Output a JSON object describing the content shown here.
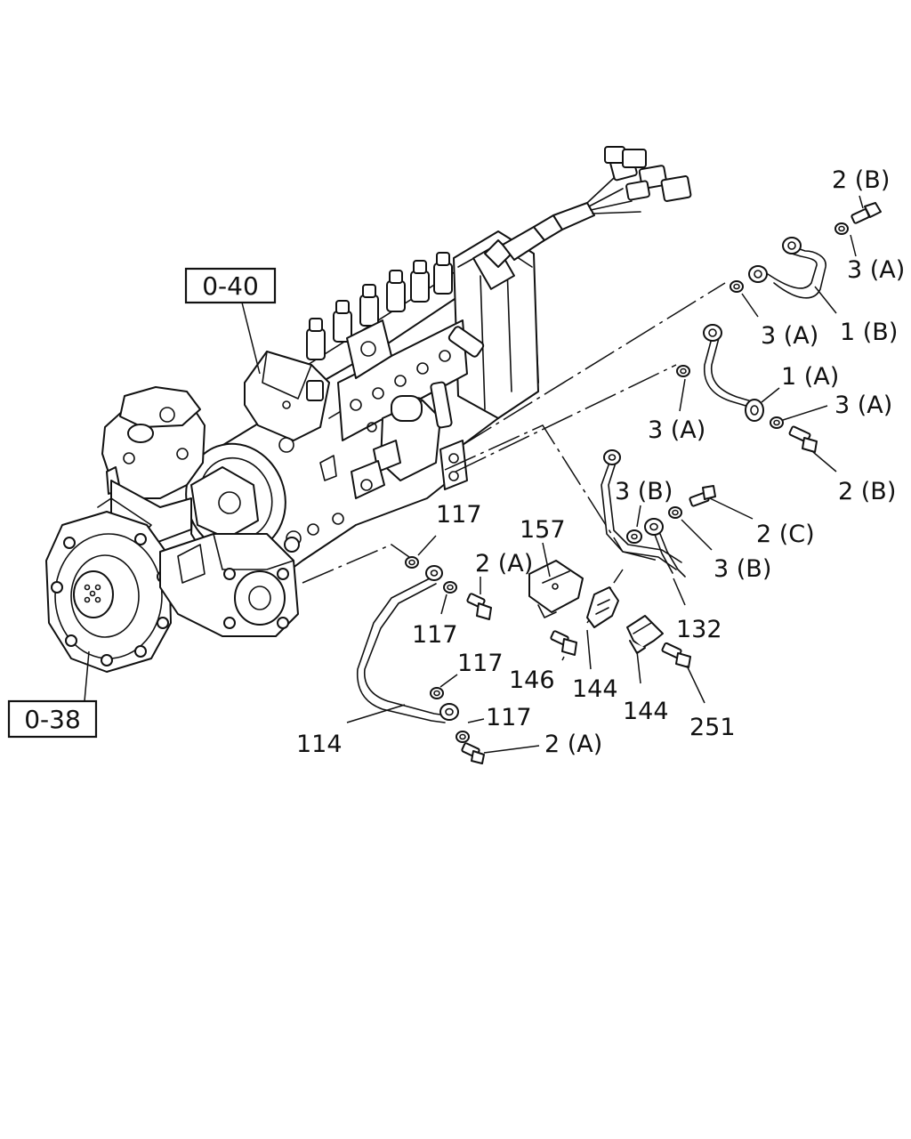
{
  "references": [
    {
      "id": "ref-0-40",
      "text": "0-40"
    },
    {
      "id": "ref-0-38",
      "text": "0-38"
    }
  ],
  "callouts": [
    {
      "id": "c-2b-top",
      "text": "2 (B)"
    },
    {
      "id": "c-3a-1",
      "text": "3 (A)"
    },
    {
      "id": "c-3a-2",
      "text": "3 (A)"
    },
    {
      "id": "c-1b",
      "text": "1 (B)"
    },
    {
      "id": "c-1a",
      "text": "1 (A)"
    },
    {
      "id": "c-3a-3",
      "text": "3 (A)"
    },
    {
      "id": "c-3a-4",
      "text": "3 (A)"
    },
    {
      "id": "c-2b-mid",
      "text": "2 (B)"
    },
    {
      "id": "c-3b-1",
      "text": "3 (B)"
    },
    {
      "id": "c-2c",
      "text": "2 (C)"
    },
    {
      "id": "c-3b-2",
      "text": "3 (B)"
    },
    {
      "id": "c-132",
      "text": "132"
    },
    {
      "id": "c-157",
      "text": "157"
    },
    {
      "id": "c-117-1",
      "text": "117"
    },
    {
      "id": "c-2a-1",
      "text": "2 (A)"
    },
    {
      "id": "c-117-2",
      "text": "117"
    },
    {
      "id": "c-146",
      "text": "146"
    },
    {
      "id": "c-144-1",
      "text": "144"
    },
    {
      "id": "c-144-2",
      "text": "144"
    },
    {
      "id": "c-251",
      "text": "251"
    },
    {
      "id": "c-117-3",
      "text": "117"
    },
    {
      "id": "c-117-4",
      "text": "117"
    },
    {
      "id": "c-114",
      "text": "114"
    },
    {
      "id": "c-2a-2",
      "text": "2 (A)"
    }
  ]
}
